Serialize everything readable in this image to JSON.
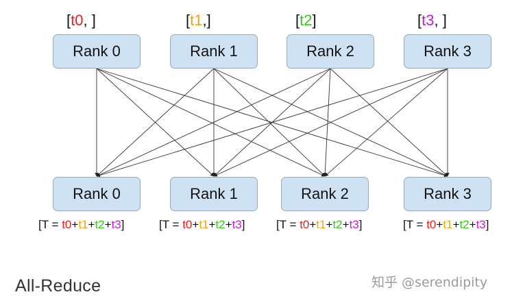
{
  "top_nodes": [
    {
      "label": "Rank 0",
      "tensor": "t0",
      "tensor_color": "#e8211d",
      "tag_suffix": ", "
    },
    {
      "label": "Rank 1",
      "tensor": "t1",
      "tensor_color": "#f2a20c",
      "tag_suffix": ","
    },
    {
      "label": "Rank 2",
      "tensor": "t2",
      "tensor_color": "#37c51b",
      "tag_suffix": ""
    },
    {
      "label": "Rank 3",
      "tensor": "t3",
      "tensor_color": "#c21fd3",
      "tag_suffix": ", "
    }
  ],
  "bottom_nodes": [
    {
      "label": "Rank 0"
    },
    {
      "label": "Rank 1"
    },
    {
      "label": "Rank 2"
    },
    {
      "label": "Rank 3"
    }
  ],
  "result_expression": {
    "prefix": "[T = ",
    "terms": [
      "t0",
      "t1",
      "t2",
      "t3"
    ],
    "operator": "+",
    "suffix": "]"
  },
  "colors": {
    "box_fill": "#cfe2f3",
    "t0": "#e8211d",
    "t1": "#f2a20c",
    "t2": "#37c51b",
    "t3": "#c21fd3"
  },
  "caption": "All-Reduce",
  "watermark": "知乎 @serendipity"
}
